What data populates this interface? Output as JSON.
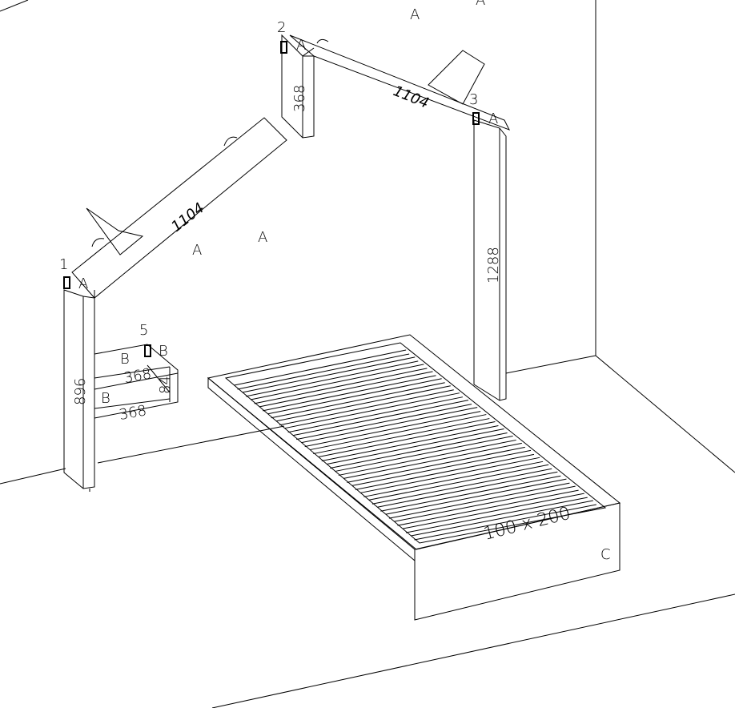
{
  "labels": {
    "part1": "1",
    "part2": "2",
    "part3": "3",
    "part5": "5",
    "a": "A",
    "b": "B",
    "c": "C"
  },
  "dimensions": {
    "beam_length": "1104",
    "post_short": "368",
    "post_right": "1288",
    "post_left": "896",
    "shelf_width": "368",
    "shelf_depth": "84",
    "bed_size": "100 x 200"
  }
}
